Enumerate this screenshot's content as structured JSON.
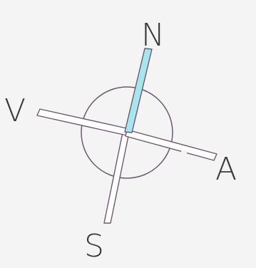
{
  "compass": {
    "north": "N",
    "south": "S",
    "west": "V",
    "east": "A"
  },
  "colors": {
    "background": "#f4f4f4",
    "outline": "#6e5a6e",
    "north_fill": "#a8e6ef",
    "arm_fill": "#ffffff",
    "text": "#3a3a3a"
  }
}
